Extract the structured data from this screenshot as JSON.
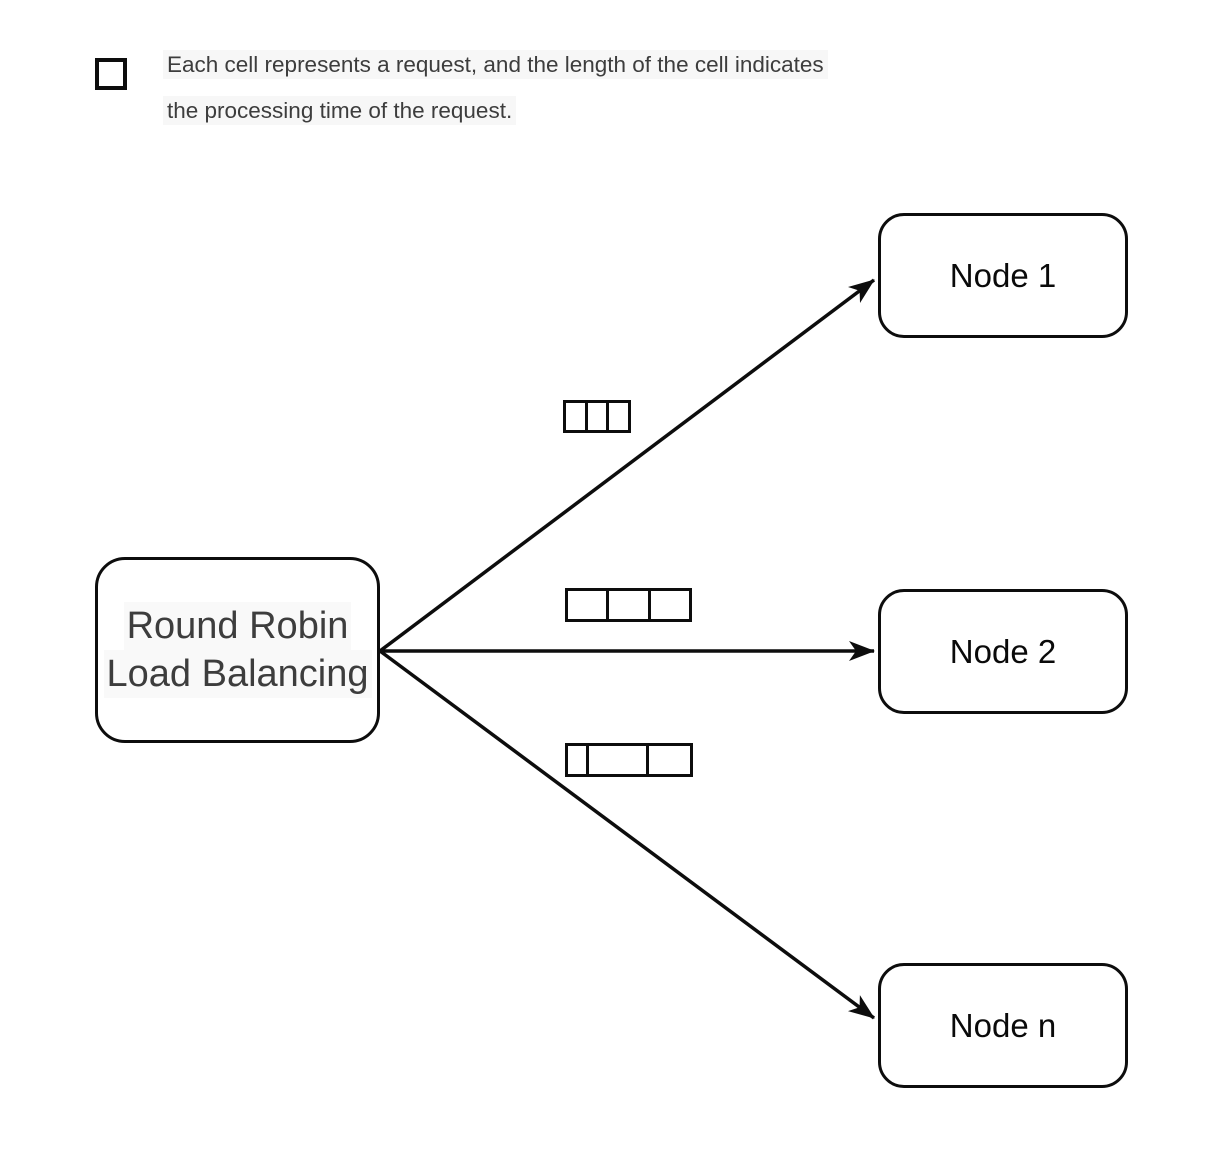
{
  "legend": {
    "icon": "cell-square-icon",
    "lines": [
      "Each cell represents a request, and the length of the cell indicates",
      "the processing time of the request."
    ]
  },
  "source": {
    "lines": [
      "Round Robin",
      "Load Balancing"
    ]
  },
  "nodes": [
    {
      "label": "Node 1"
    },
    {
      "label": "Node 2"
    },
    {
      "label": "Node n"
    }
  ],
  "request_groups": [
    {
      "target": "Node 1",
      "cell_widths": [
        20,
        20,
        20
      ]
    },
    {
      "target": "Node 2",
      "cell_widths": [
        40,
        40,
        40
      ]
    },
    {
      "target": "Node n",
      "cell_widths": [
        20,
        62,
        45
      ]
    }
  ],
  "colors": {
    "stroke": "#0d0d0d",
    "text_dark": "#3d3d3d",
    "node_text": "#0a0a0a",
    "background": "#ffffff"
  }
}
